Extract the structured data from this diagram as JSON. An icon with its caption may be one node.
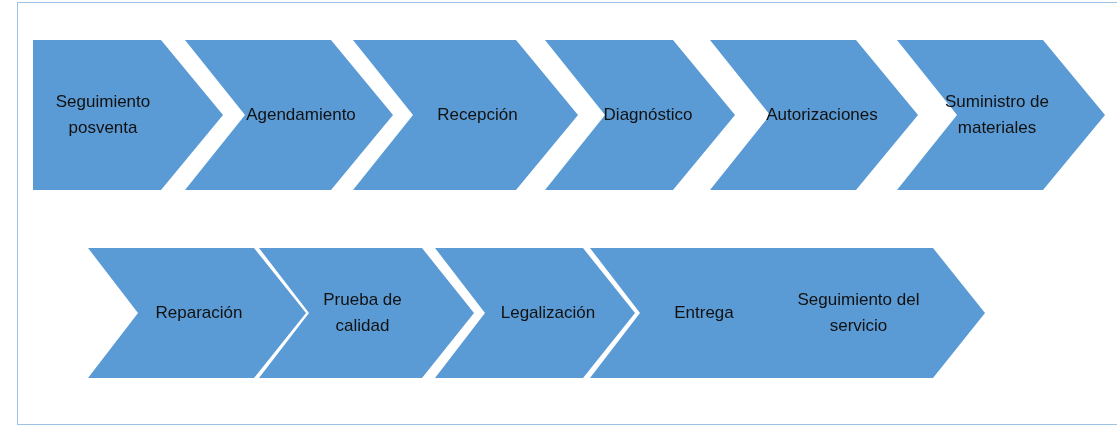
{
  "diagram": {
    "nodes": [
      {
        "text": [
          "Seguimiento posventa"
        ]
      },
      {
        "text": [
          "Agendamiento"
        ]
      },
      {
        "text": [
          "Recepción"
        ]
      },
      {
        "text": [
          "Diagnóstico"
        ]
      },
      {
        "text": [
          "Autorizaciones"
        ]
      },
      {
        "text": [
          "Suministro de materiales"
        ]
      },
      {
        "text": [
          "Reparación"
        ]
      },
      {
        "text": [
          "Prueba de calidad"
        ]
      },
      {
        "text": [
          "Legalización"
        ]
      },
      {
        "text": [
          "Entrega"
        ]
      },
      {
        "text": [
          "Seguimiento del servicio"
        ]
      }
    ]
  }
}
